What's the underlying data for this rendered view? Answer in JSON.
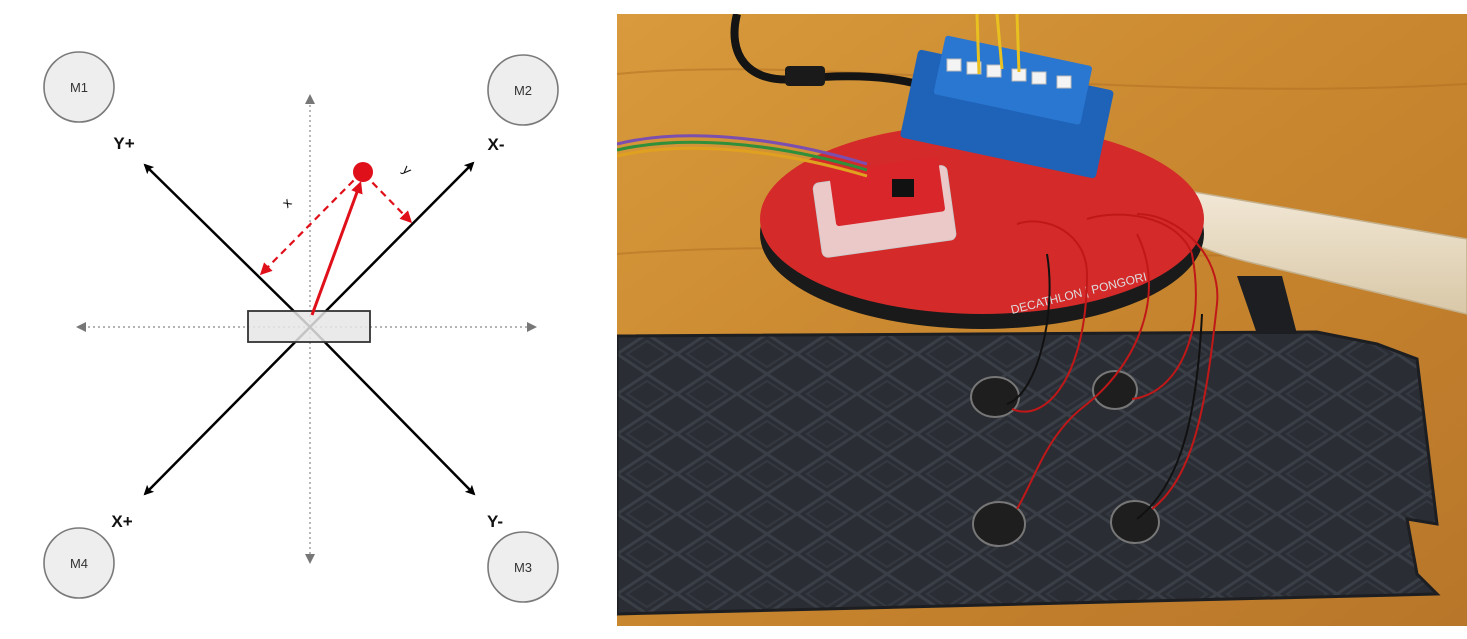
{
  "diagram": {
    "motors": [
      {
        "label": "M1"
      },
      {
        "label": "M2"
      },
      {
        "label": "M3"
      },
      {
        "label": "M4"
      }
    ],
    "axes": {
      "y_plus": "Y+",
      "x_minus": "X-",
      "x_plus": "X+",
      "y_minus": "Y-"
    },
    "components": {
      "x": "x",
      "y": "y"
    },
    "colors": {
      "axis": "#000000",
      "vector": "#e0101a",
      "motor_fill": "#eeeeee",
      "motor_stroke": "#7a7a7a",
      "sensor_fill": "#e6e6e6"
    }
  },
  "photo": {
    "brand_text": "DECATHLON | PONGORI",
    "colors": {
      "table": "#c8862e",
      "paddle_rubber": "#d42a2a",
      "handle": "#e8dcc5",
      "fabric": "#2a2d33",
      "arduino": "#1f63b8"
    }
  }
}
